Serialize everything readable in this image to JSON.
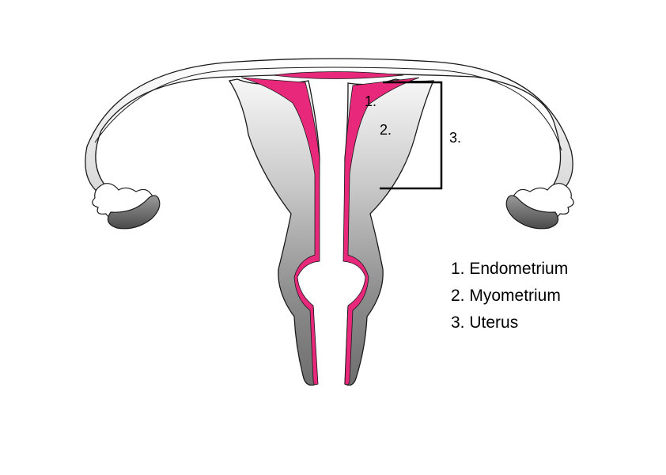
{
  "diagram": {
    "callouts": {
      "endometrium": "1.",
      "myometrium": "2.",
      "uterus": "3."
    },
    "legend": [
      "1. Endometrium",
      "2. Myometrium",
      "3. Uterus"
    ],
    "colors": {
      "endometrium": "#e8287a",
      "outline": "#1a1a1a",
      "bracket": "#000000"
    }
  }
}
